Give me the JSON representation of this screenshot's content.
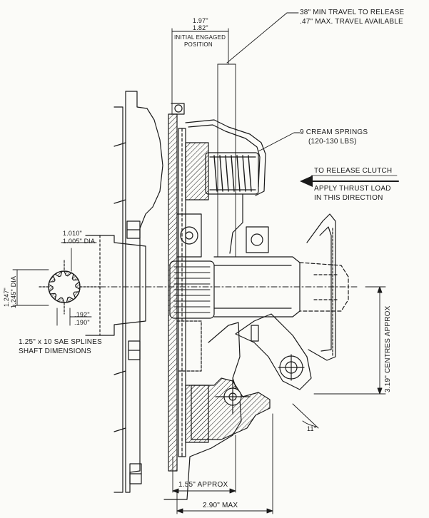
{
  "annotations": {
    "shaft_engaged_top": "1.97\"",
    "shaft_engaged_bottom": "1.82\"",
    "initial_engaged": "INITIAL ENGAGED",
    "position": "POSITION",
    "travel_min": "38\" MIN TRAVEL TO RELEASE",
    "travel_max": ".47\" MAX. TRAVEL AVAILABLE",
    "springs": "9 CREAM SPRINGS",
    "springs_load": "(120-130 LBS)",
    "release_clutch": "TO RELEASE CLUTCH",
    "thrust_load": "APPLY THRUST LOAD",
    "thrust_direction": "IN THIS DIRECTION",
    "dia_top": "1.010\"",
    "dia_bottom": "1.005\" DIA",
    "vert_dia_top": "1.247\"",
    "vert_dia_bottom": "1.245\" DIA",
    "spline_top": ".192\"",
    "spline_bottom": ".190\"",
    "splines": "1.25\" x 10 SAE SPLINES",
    "shaft_dimensions": "SHAFT DIMENSIONS",
    "centres": "3.19\" CENTRES APPROX",
    "angle": "11°",
    "approx_155": "1.55\" APPROX",
    "max_290": "2.90\" MAX"
  }
}
